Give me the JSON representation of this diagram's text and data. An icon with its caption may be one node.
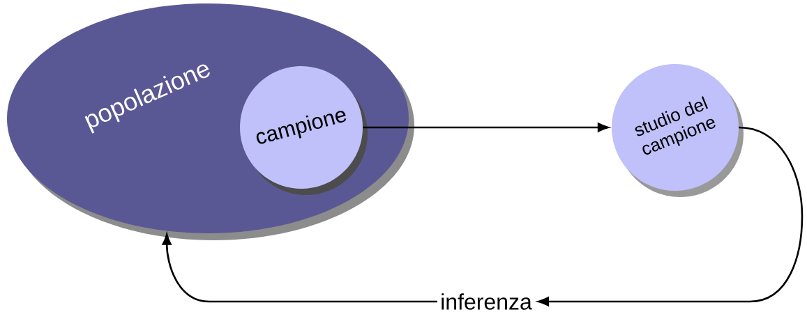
{
  "diagram": {
    "nodes": [
      {
        "text": [
          "popolazione"
        ]
      },
      {
        "text": [
          "campione"
        ],
        "in": 0
      },
      {
        "text": [
          "studio del campione"
        ]
      },
      {
        "text": [
          "inferenza"
        ]
      }
    ],
    "edges": [
      {
        "from": 1,
        "to": 2,
        "arrow": "to"
      },
      {
        "from": 2,
        "to": 3,
        "arrow": "to"
      },
      {
        "from": 3,
        "to": 0,
        "arrow": "to"
      }
    ]
  }
}
